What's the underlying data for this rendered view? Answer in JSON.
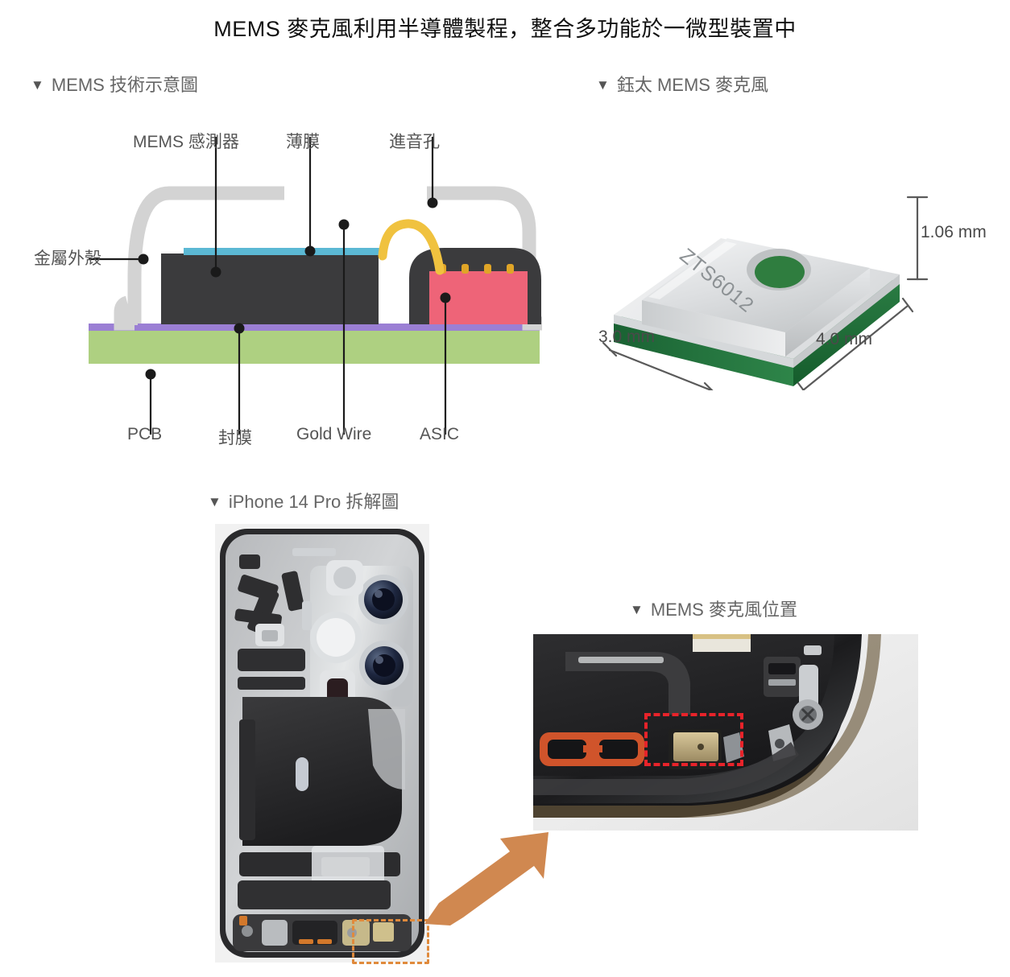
{
  "title": "MEMS 麥克風利用半導體製程，整合多功能於一微型裝置中",
  "sections": {
    "mems_diagram": {
      "marker": "▼",
      "label": "MEMS 技術示意圖"
    },
    "chip_photo": {
      "marker": "▼",
      "label": "鈺太 MEMS 麥克風"
    },
    "phone_photo": {
      "marker": "▼",
      "label": "iPhone 14 Pro 拆解圖"
    },
    "mic_location": {
      "marker": "▼",
      "label": "MEMS 麥克風位置"
    }
  },
  "diagram": {
    "labels": {
      "sensor": "MEMS 感測器",
      "membrane": "薄膜",
      "sound_port": "進音孔",
      "metal_case": "金屬外殼",
      "pcb": "PCB",
      "seal_film": "封膜",
      "gold_wire": "Gold Wire",
      "asic": "ASIC"
    },
    "colors": {
      "metal_case": "#D3D3D3",
      "mems_die": "#3B3B3D",
      "membrane": "#5BB8D4",
      "asic": "#EE6478",
      "gold_wire": "#F0C23F",
      "pcb": "#AED081",
      "seal_film": "#9B7FD4",
      "encapsulation": "#3B3B3D",
      "leader_line": "#1a1a1a"
    }
  },
  "chip": {
    "marking": "ZTS6012",
    "dimensions": {
      "width": "4.0 mm",
      "depth": "3.0 mm",
      "height": "1.06 mm"
    },
    "colors": {
      "lid": "#DCDEDF",
      "pcb_green": "#1E6B37",
      "port_hole": "#2F7D3F"
    }
  },
  "phone": {
    "model": "iPhone 14 Pro",
    "highlight_color": "#E08A3C",
    "highlight_style": "dashed"
  },
  "closeup": {
    "highlight_color": "#E8232A",
    "highlight_style": "dashed",
    "connector_color": "#D0542B"
  },
  "arrow": {
    "color": "#D08850",
    "direction": "up-right"
  }
}
